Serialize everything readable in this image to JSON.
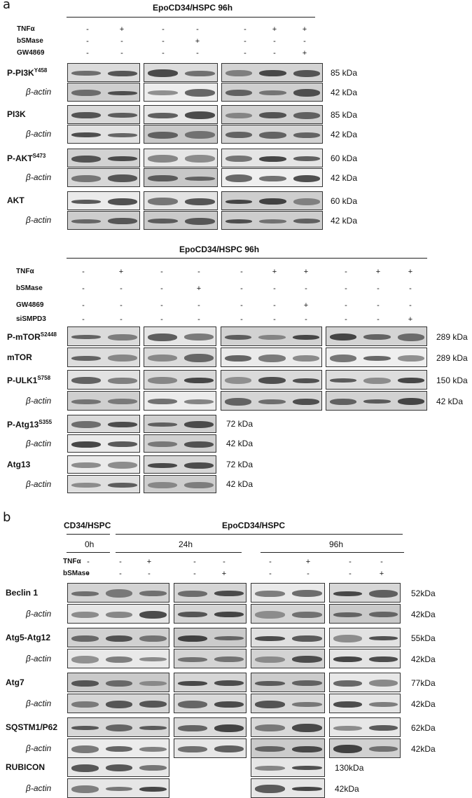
{
  "panel_a": {
    "letter": "a",
    "section1": {
      "header": "EpoCD34/HSPC 96h",
      "conditions": [
        {
          "name": "TNFα",
          "values": [
            "-",
            "+",
            "-",
            "-",
            "-",
            "+",
            "+"
          ]
        },
        {
          "name": "bSMase",
          "values": [
            "-",
            "-",
            "-",
            "+",
            "-",
            "-",
            "-"
          ]
        },
        {
          "name": "GW4869",
          "values": [
            "-",
            "-",
            "-",
            "-",
            "-",
            "-",
            "+"
          ]
        }
      ],
      "rows": [
        {
          "label": "P-PI3K",
          "sup": "Y458",
          "kda": "85 kDa",
          "italic": false
        },
        {
          "label": "β-actin",
          "sup": "",
          "kda": "42 kDa",
          "italic": true
        },
        {
          "label": "PI3K",
          "sup": "",
          "kda": "85 kDa",
          "italic": false
        },
        {
          "label": "β-actin",
          "sup": "",
          "kda": "42 kDa",
          "italic": true
        },
        {
          "label": "P-AKT",
          "sup": "S473",
          "kda": "60 kDa",
          "italic": false
        },
        {
          "label": "β-actin",
          "sup": "",
          "kda": "42 kDa",
          "italic": true
        },
        {
          "label": "AKT",
          "sup": "",
          "kda": "60 kDa",
          "italic": false
        },
        {
          "label": "β-actin",
          "sup": "",
          "kda": "42 kDa",
          "italic": true
        }
      ]
    },
    "section2": {
      "header": "EpoCD34/HSPC 96h",
      "conditions": [
        {
          "name": "TNFα",
          "values": [
            "-",
            "+",
            "-",
            "-",
            "-",
            "+",
            "+",
            "-",
            "+",
            "+"
          ]
        },
        {
          "name": "bSMase",
          "values": [
            "-",
            "-",
            "-",
            "+",
            "-",
            "-",
            "-",
            "-",
            "-",
            "-"
          ]
        },
        {
          "name": "GW4869",
          "values": [
            "-",
            "-",
            "-",
            "-",
            "-",
            "-",
            "+",
            "-",
            "-",
            "-"
          ]
        },
        {
          "name": "siSMPD3",
          "values": [
            "-",
            "-",
            "-",
            "-",
            "-",
            "-",
            "-",
            "-",
            "-",
            "+"
          ]
        }
      ],
      "rows_full": [
        {
          "label": "P-mTOR",
          "sup": "S2448",
          "kda": "289 kDa",
          "italic": false
        },
        {
          "label": "mTOR",
          "sup": "",
          "kda": "289 kDa",
          "italic": false
        },
        {
          "label": "P-ULK1",
          "sup": "S758",
          "kda": "150 kDa",
          "italic": false
        },
        {
          "label": "β-actin",
          "sup": "",
          "kda": "42 kDa",
          "italic": true
        }
      ],
      "rows_short": [
        {
          "label": "P-Atg13",
          "sup": "S355",
          "kda": "72 kDa",
          "italic": false
        },
        {
          "label": "β-actin",
          "sup": "",
          "kda": "42 kDa",
          "italic": true
        },
        {
          "label": "Atg13",
          "sup": "",
          "kda": "72 kDa",
          "italic": false
        },
        {
          "label": "β-actin",
          "sup": "",
          "kda": "42 kDa",
          "italic": true
        }
      ]
    }
  },
  "panel_b": {
    "letter": "b",
    "header_left": "CD34/HSPC",
    "header_right": "EpoCD34/HSPC",
    "timepoints": [
      "0h",
      "24h",
      "96h"
    ],
    "conditions": [
      {
        "name": "TNFα",
        "values": [
          "-",
          "-",
          "+",
          "-",
          "-",
          "-",
          "+",
          "-",
          "-"
        ]
      },
      {
        "name": "bSMase",
        "values": [
          "-",
          "-",
          "-",
          "-",
          "+",
          "-",
          "-",
          "-",
          "+"
        ]
      }
    ],
    "rows": [
      {
        "label": "Beclin 1",
        "kda": "52kDa",
        "italic": false
      },
      {
        "label": "β-actin",
        "kda": "42kDa",
        "italic": true
      },
      {
        "label": "Atg5-Atg12",
        "kda": "55kDa",
        "italic": false
      },
      {
        "label": "β-actin",
        "kda": "42kDa",
        "italic": true
      },
      {
        "label": "Atg7",
        "kda": "77kDa",
        "italic": false
      },
      {
        "label": "β-actin",
        "kda": "42kDa",
        "italic": true
      },
      {
        "label": "SQSTM1/P62",
        "kda": "62kDa",
        "italic": false
      },
      {
        "label": "β-actin",
        "kda": "42kDa",
        "italic": true
      },
      {
        "label": "RUBICON",
        "kda": "130kDa",
        "italic": false
      },
      {
        "label": "β-actin",
        "kda": "42kDa",
        "italic": true
      }
    ]
  }
}
